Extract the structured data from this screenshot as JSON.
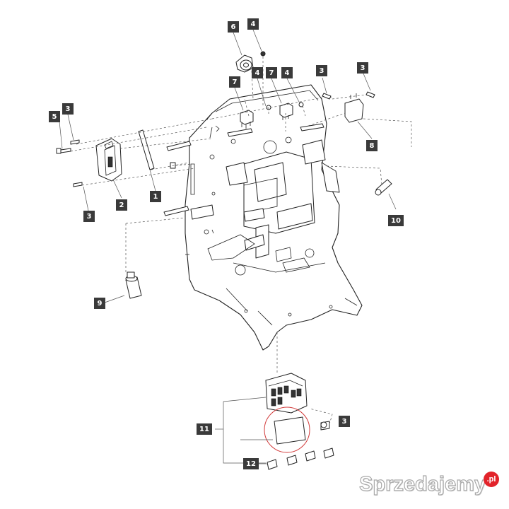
{
  "callouts": [
    {
      "id": "c6",
      "label": "6"
    },
    {
      "id": "c4a",
      "label": "4"
    },
    {
      "id": "c3a",
      "label": "3"
    },
    {
      "id": "c3b",
      "label": "3"
    },
    {
      "id": "c7a",
      "label": "7"
    },
    {
      "id": "c4b",
      "label": "4"
    },
    {
      "id": "c7b",
      "label": "7"
    },
    {
      "id": "c4c",
      "label": "4"
    },
    {
      "id": "c5",
      "label": "5"
    },
    {
      "id": "c3c",
      "label": "3"
    },
    {
      "id": "c8",
      "label": "8"
    },
    {
      "id": "c1",
      "label": "1"
    },
    {
      "id": "c2",
      "label": "2"
    },
    {
      "id": "c3d",
      "label": "3"
    },
    {
      "id": "c10",
      "label": "10"
    },
    {
      "id": "c9",
      "label": "9"
    },
    {
      "id": "c11",
      "label": "11"
    },
    {
      "id": "c3e",
      "label": "3"
    },
    {
      "id": "c12",
      "label": "12"
    }
  ],
  "watermark": {
    "text": "Sprzedajemy",
    "badge": ".pl",
    "badge_color": "#e2232a"
  }
}
